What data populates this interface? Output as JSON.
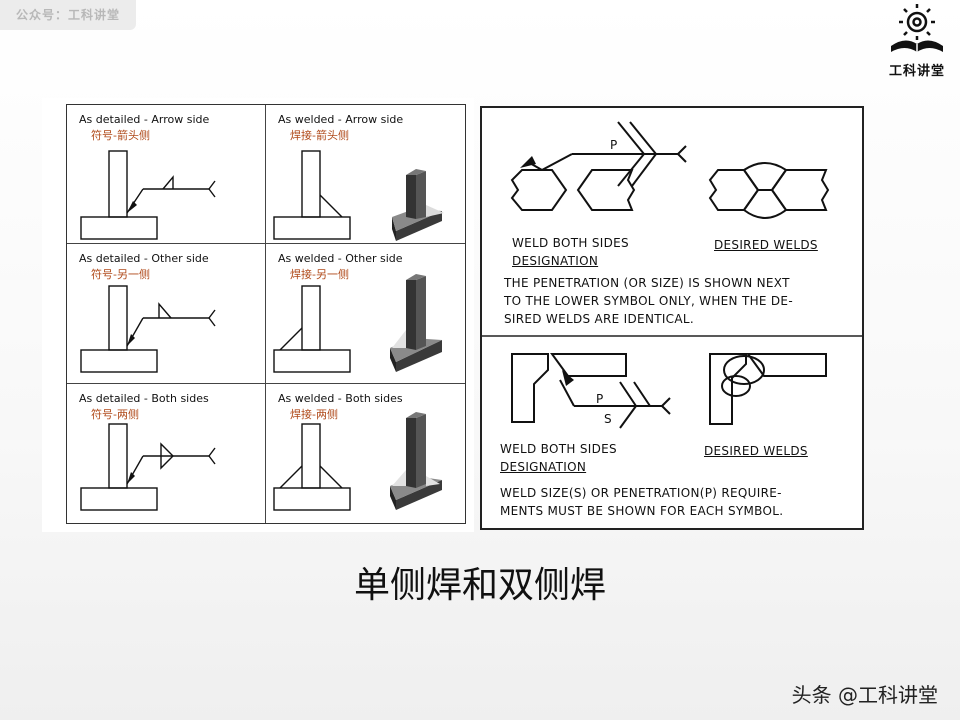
{
  "watermark": "公众号：工科讲堂",
  "logo": {
    "name": "工科讲堂",
    "icon": "gear-book-icon"
  },
  "cells": [
    {
      "en": "As detailed - Arrow side",
      "cn": "符号-箭头侧"
    },
    {
      "en": "As welded - Arrow side",
      "cn": "焊接-箭头侧"
    },
    {
      "en": "As detailed - Other side",
      "cn": "符号-另一侧"
    },
    {
      "en": "As welded - Other side",
      "cn": "焊接-另一侧"
    },
    {
      "en": "As detailed - Both sides",
      "cn": "符号-两侧"
    },
    {
      "en": "As welded - Both sides",
      "cn": "焊接-两侧"
    }
  ],
  "right": {
    "top": {
      "symbol_label": "P",
      "designation_line1": "WELD BOTH SIDES",
      "designation_line2": "DESIGNATION",
      "desired": "DESIRED WELDS",
      "note": "THE PENETRATION (OR SIZE) IS SHOWN NEXT\nTO THE LOWER SYMBOL ONLY, WHEN THE DE-\nSIRED WELDS ARE IDENTICAL."
    },
    "bottom": {
      "symbol_label_p": "P",
      "symbol_label_s": "S",
      "designation_line1": "WELD BOTH SIDES",
      "designation_line2": "DESIGNATION",
      "desired": "DESIRED WELDS",
      "note": "WELD SIZE(S) OR PENETRATION(P) REQUIRE-\nMENTS MUST BE SHOWN FOR EACH SYMBOL."
    }
  },
  "caption": "单侧焊和双侧焊",
  "footer": "头条 @工科讲堂"
}
